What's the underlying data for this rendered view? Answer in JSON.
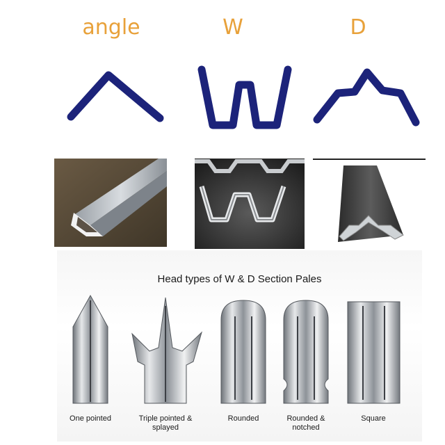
{
  "profiles": [
    {
      "label": "angle",
      "icon": "angle-profile-icon"
    },
    {
      "label": "W",
      "icon": "w-profile-icon"
    },
    {
      "label": "D",
      "icon": "d-profile-icon"
    }
  ],
  "heads": {
    "title": "Head types of  W & D Section Pales",
    "items": [
      {
        "label_line1": "One pointed",
        "label_line2": ""
      },
      {
        "label_line1": "Triple pointed &",
        "label_line2": "splayed"
      },
      {
        "label_line1": "Rounded",
        "label_line2": ""
      },
      {
        "label_line1": "Rounded &",
        "label_line2": "notched"
      },
      {
        "label_line1": "Square",
        "label_line2": ""
      }
    ]
  },
  "colors": {
    "label": "#e8a13a",
    "profile_stroke": "#1c237a",
    "metal_dark": "#6f747a",
    "metal_light": "#e6e8ea"
  }
}
